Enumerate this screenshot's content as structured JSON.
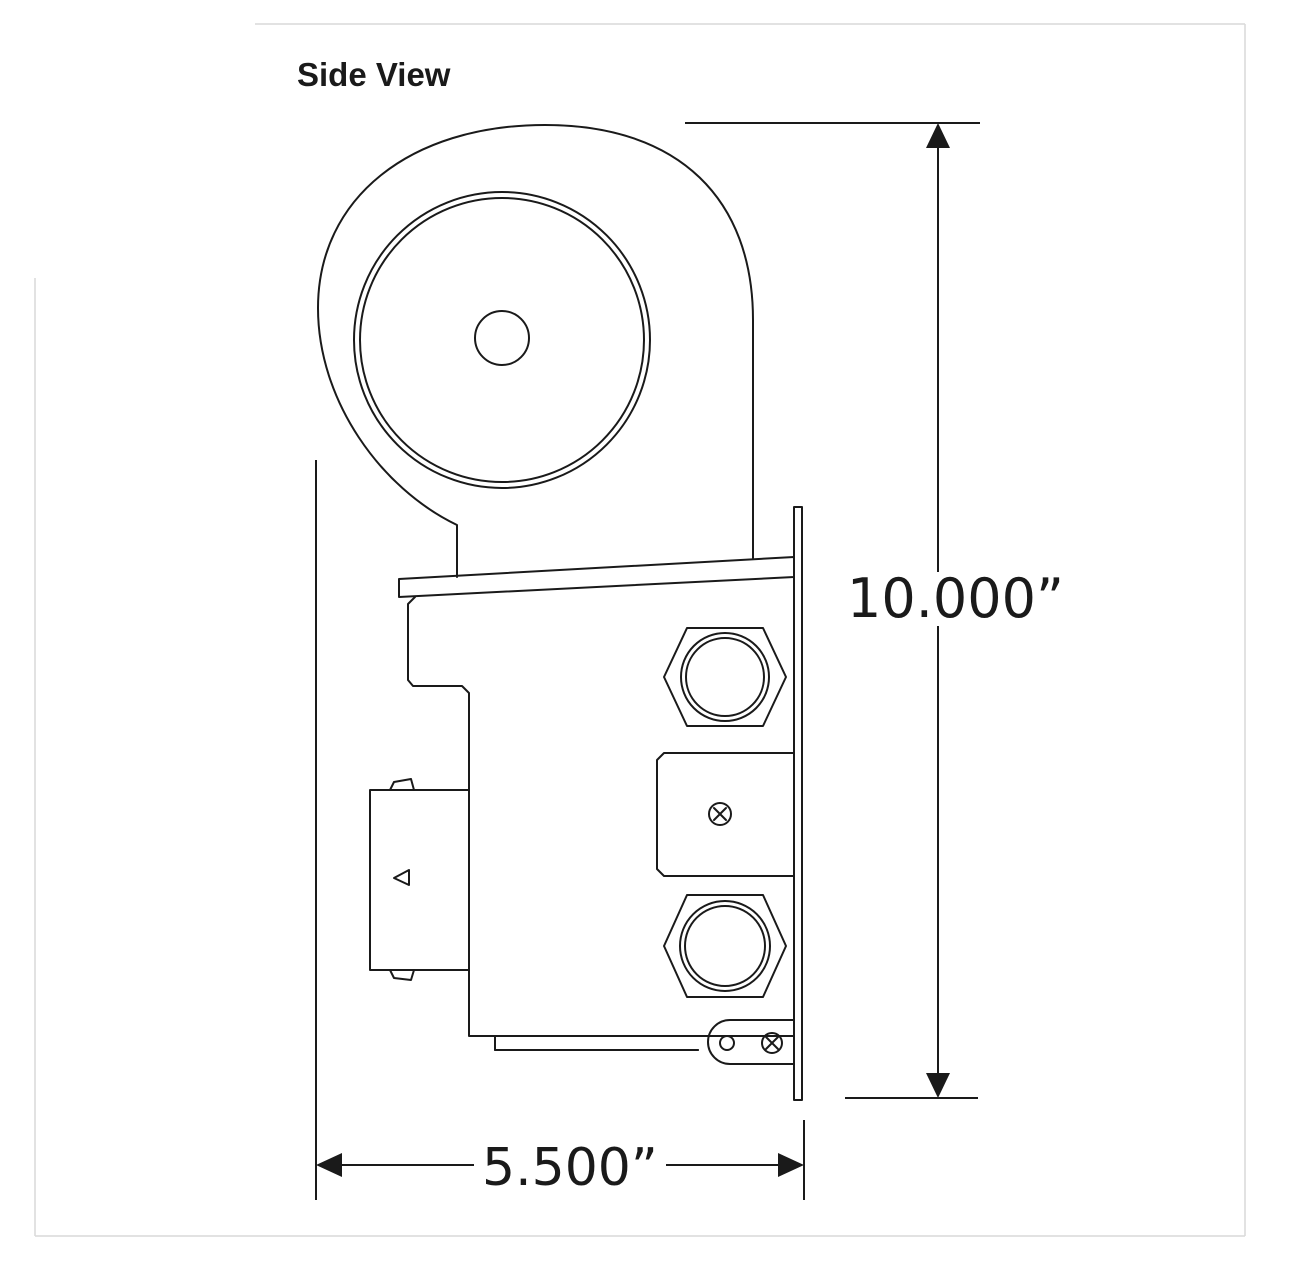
{
  "title": "Side View",
  "dimensions": {
    "height_label": "10.000”",
    "width_label": "5.500”"
  },
  "colors": {
    "line": "#1a1a1a",
    "frame": "#d9d9d9",
    "background": "#ffffff"
  }
}
